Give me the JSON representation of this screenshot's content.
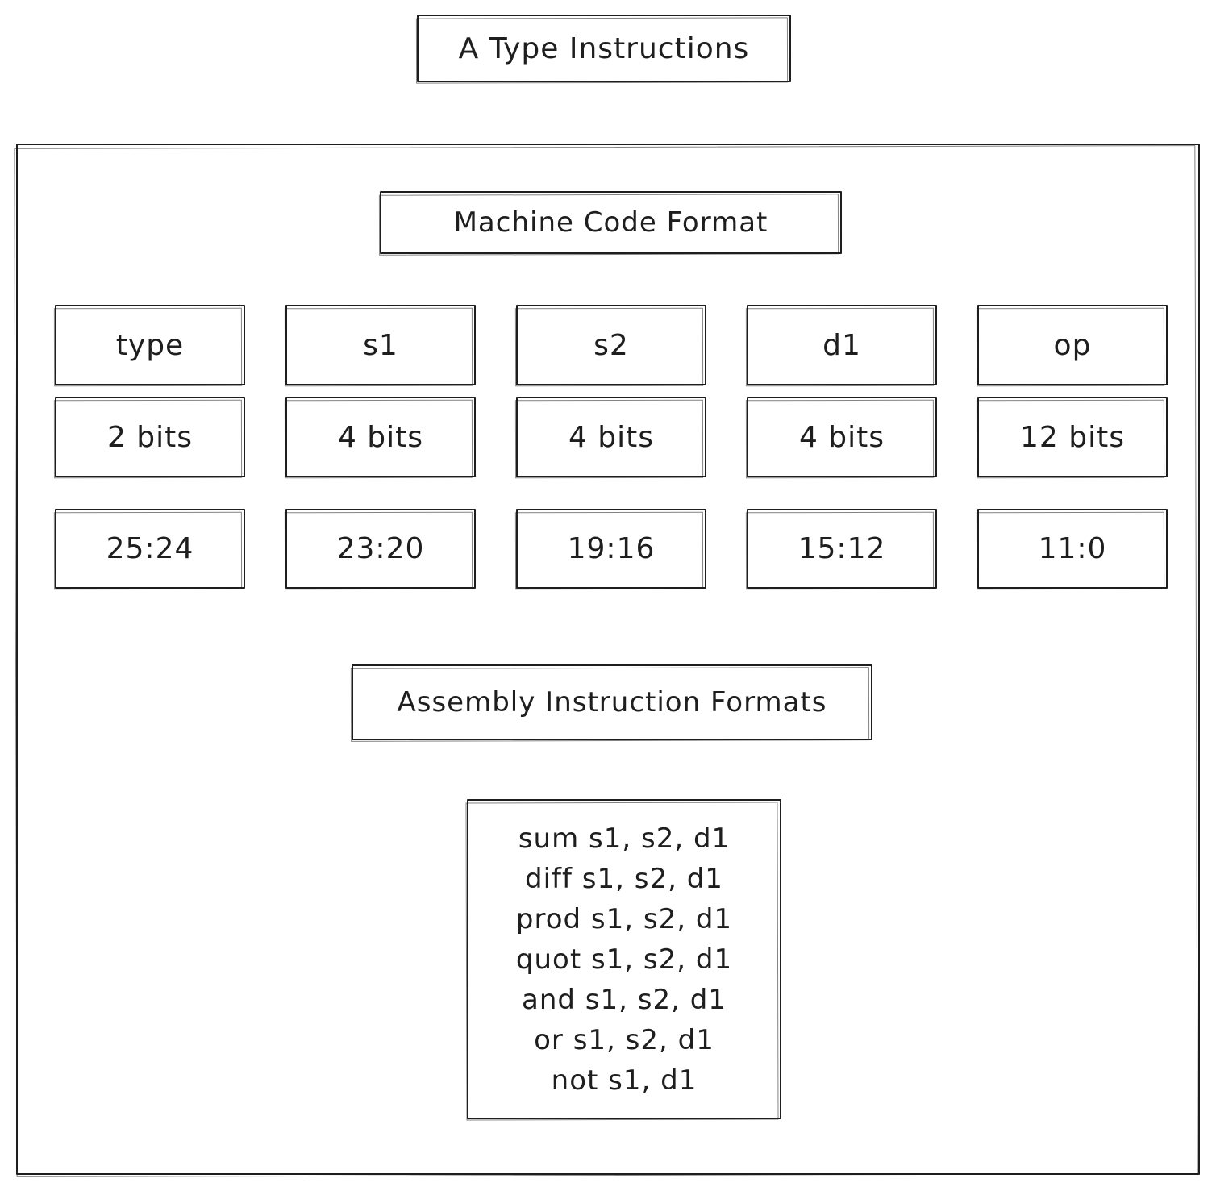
{
  "title": "A Type Instructions",
  "machine_code": {
    "heading": "Machine Code Format",
    "fields": [
      {
        "name": "type",
        "bits": "2 bits",
        "range": "25:24"
      },
      {
        "name": "s1",
        "bits": "4 bits",
        "range": "23:20"
      },
      {
        "name": "s2",
        "bits": "4 bits",
        "range": "19:16"
      },
      {
        "name": "d1",
        "bits": "4 bits",
        "range": "15:12"
      },
      {
        "name": "op",
        "bits": "12 bits",
        "range": "11:0"
      }
    ]
  },
  "assembly": {
    "heading": "Assembly Instruction Formats",
    "lines": [
      "sum s1, s2, d1",
      "diff s1, s2, d1",
      "prod s1, s2, d1",
      "quot s1, s2, d1",
      "and s1, s2, d1",
      "or s1, s2, d1",
      "not s1, d1"
    ]
  }
}
